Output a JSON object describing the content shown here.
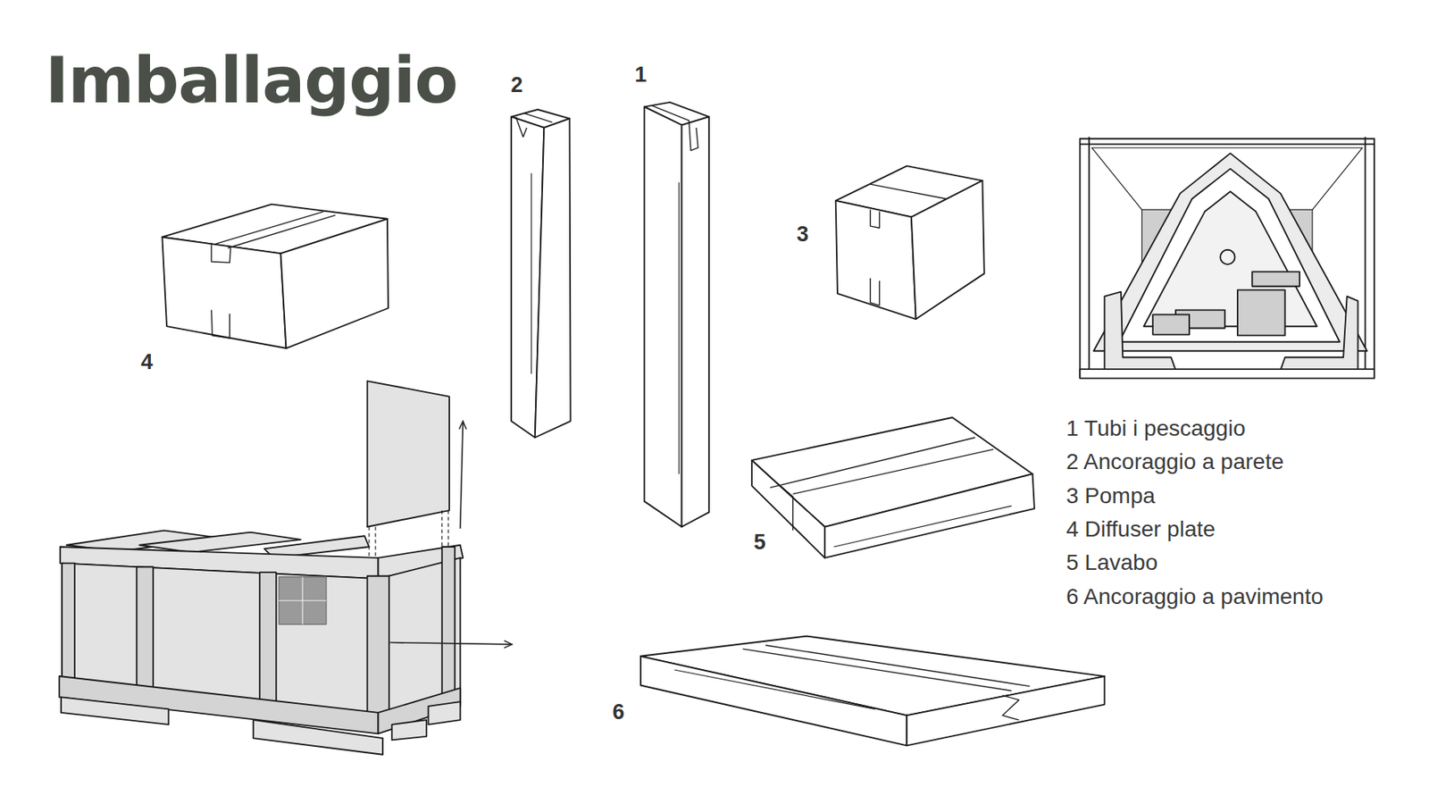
{
  "diagram": {
    "title": "Imballaggio",
    "labels": [
      "2",
      "1",
      "3",
      "4",
      "1 Tubi i pescaggio",
      "2 Ancoraggio a parete",
      "3 Pompa",
      "4 Diffuser plate",
      "5 Lavabo",
      "6  Ancoraggio a pavimento",
      "5",
      "6"
    ]
  }
}
